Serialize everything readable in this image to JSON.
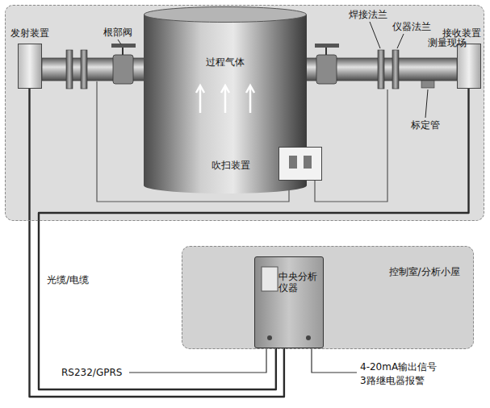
{
  "diagram": {
    "nodes": [
      {
        "text": [
          "测量现场"
        ]
      },
      {
        "text": [
          "发射装置"
        ],
        "in": 0
      },
      {
        "text": [
          "接收装置"
        ],
        "in": 0
      },
      {
        "text": [
          "过程气体"
        ],
        "in": 0
      },
      {
        "text": [
          "吹扫装置"
        ],
        "in": 0
      },
      {
        "text": [
          "控制室/分析小屋"
        ]
      },
      {
        "text": [
          "中央分析仪器"
        ],
        "in": 5
      }
    ],
    "edges": [
      {
        "from": 1,
        "to": 6,
        "arrow": "none"
      },
      {
        "from": 2,
        "to": 6,
        "arrow": "none"
      }
    ],
    "labels": [
      "根部阀",
      "焊接法兰",
      "仪器法兰",
      "标定管",
      "光缆/电缆",
      "RS232/GPRS",
      "4-20mA输出信号",
      "3路继电器报警"
    ]
  }
}
